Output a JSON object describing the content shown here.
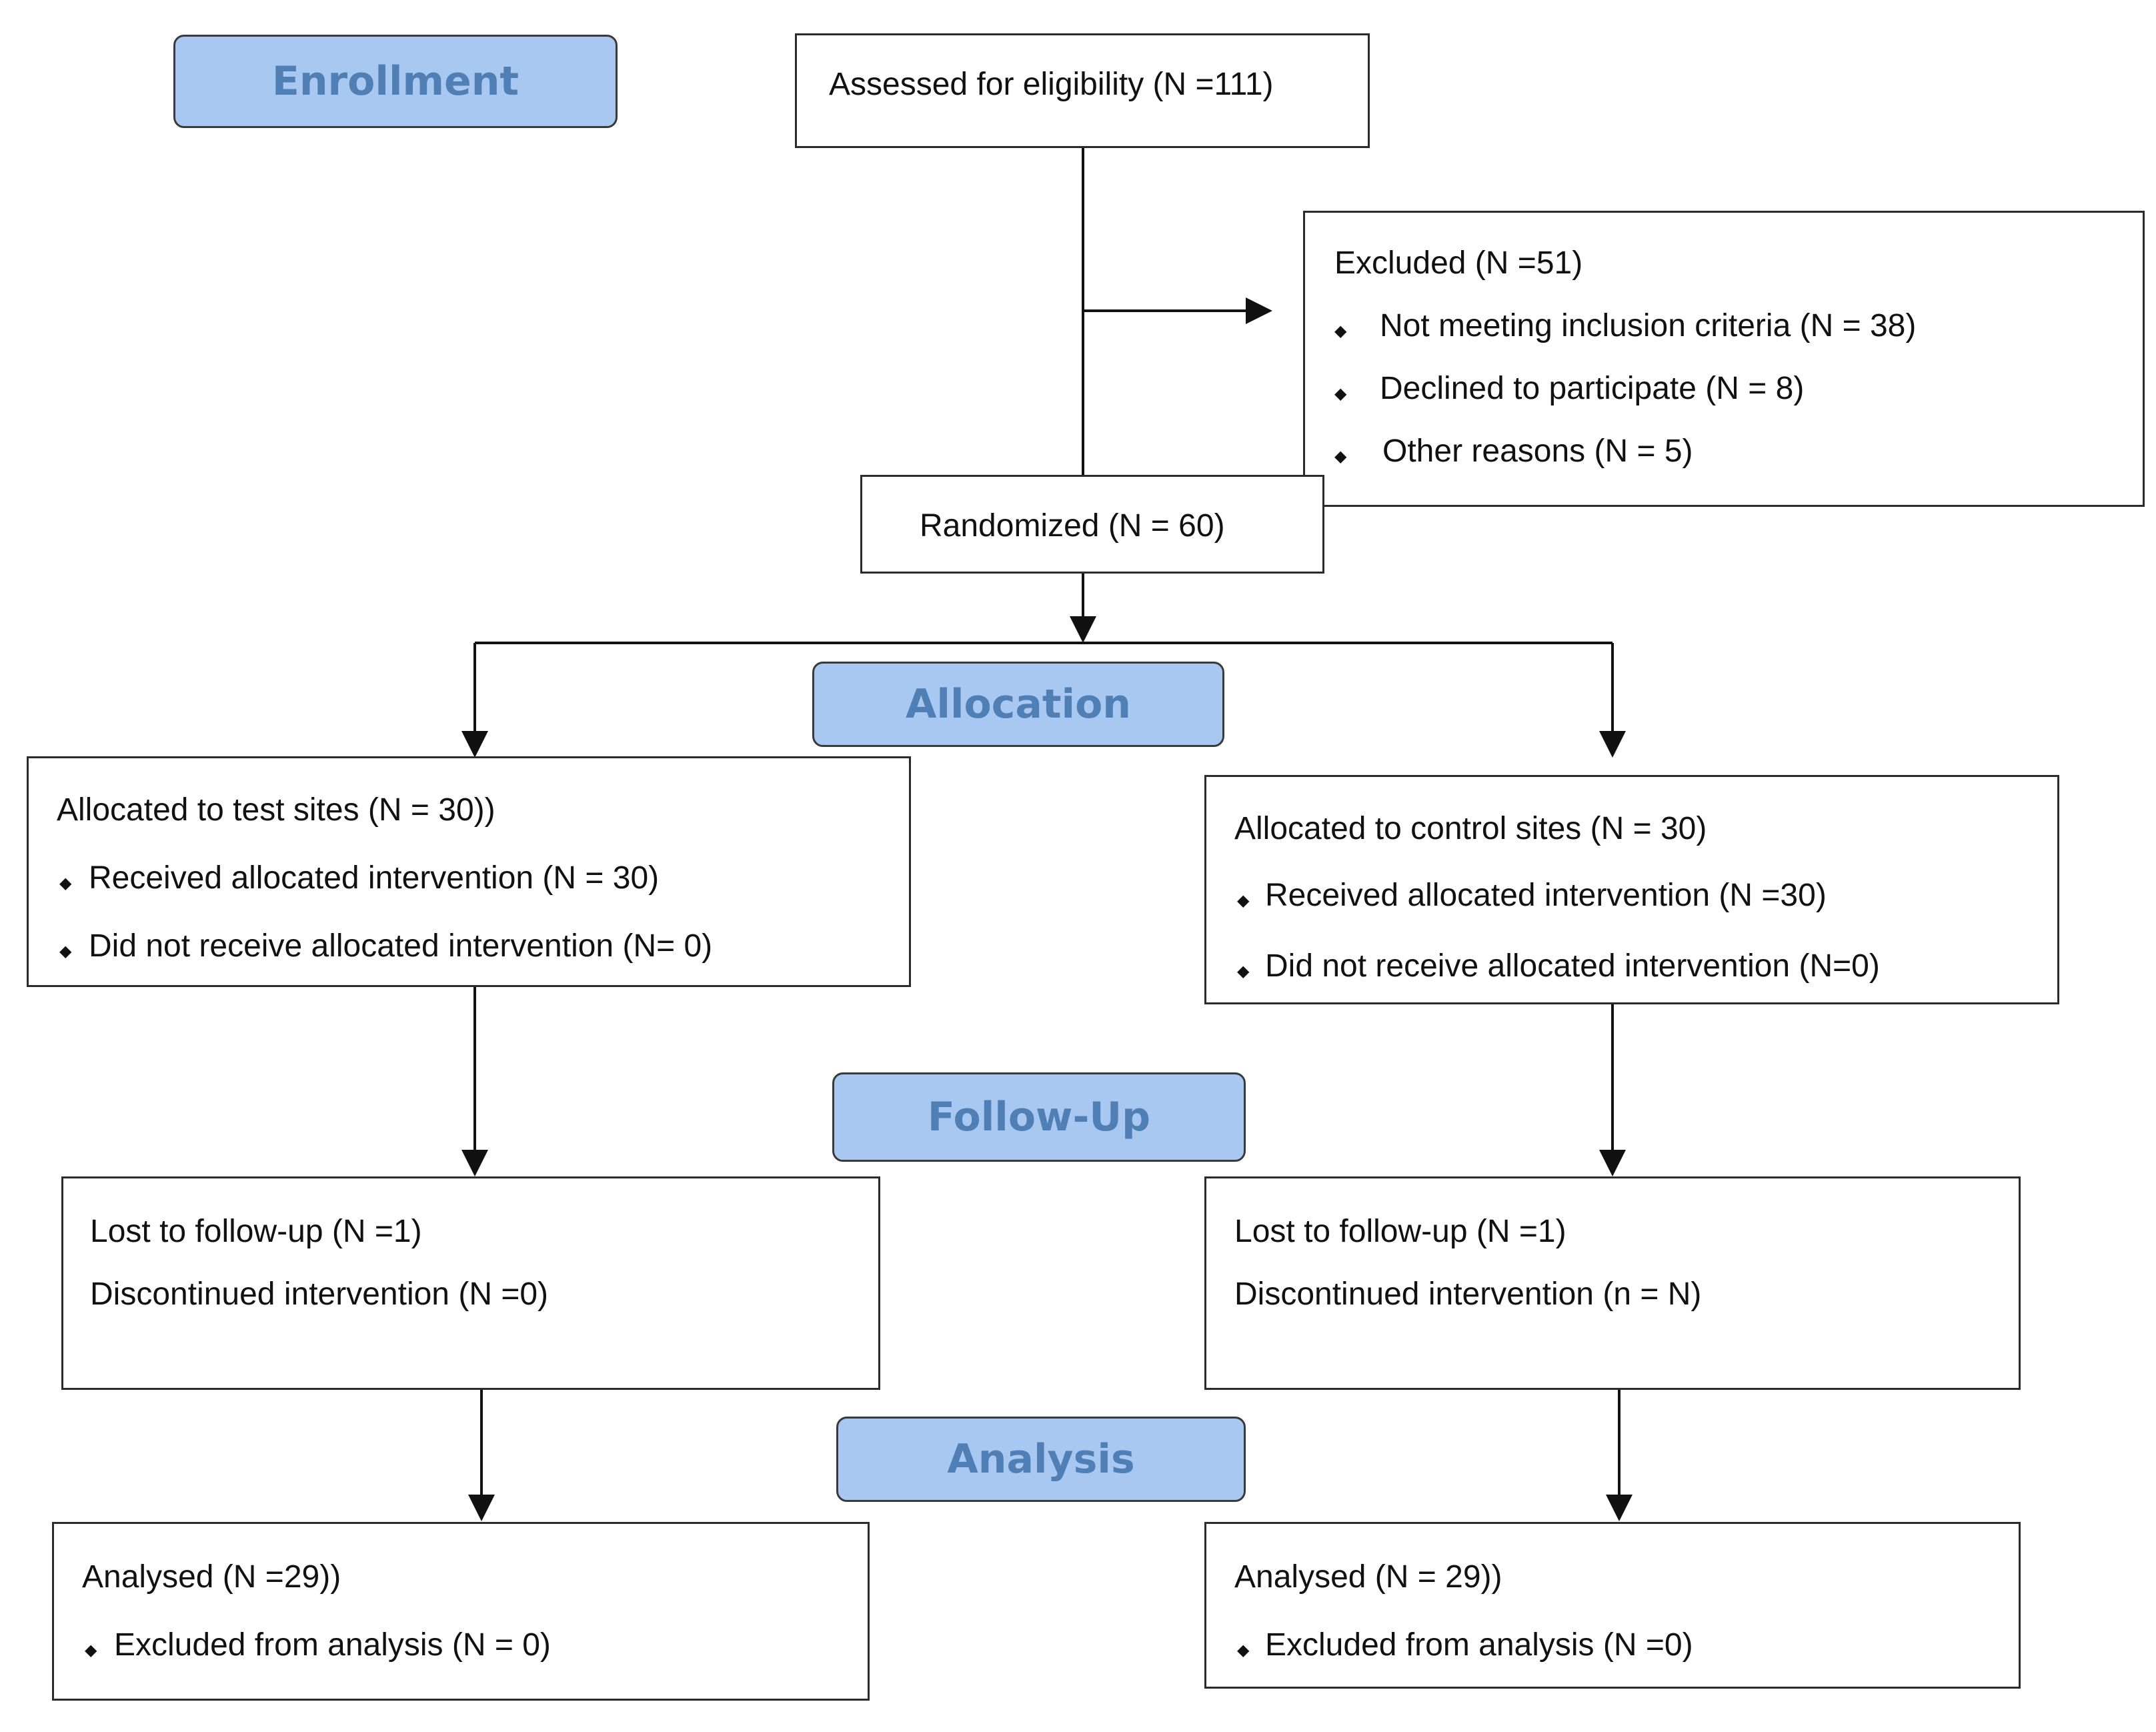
{
  "stages": {
    "enrollment": "Enrollment",
    "allocation": "Allocation",
    "follow_up": "Follow-Up",
    "analysis": "Analysis"
  },
  "assessed": "Assessed for eligibility (N =111)",
  "excluded": {
    "title": "Excluded  (N =51)",
    "reasons": [
      "Not meeting inclusion criteria (N = 38)",
      "Declined to participate (N = 8)",
      "Other reasons (N = 5)"
    ]
  },
  "randomized": "Randomized (N = 60)",
  "test_arm": {
    "allocated": "Allocated to test sites (N = 30))",
    "received": "Received allocated intervention (N = 30)",
    "not_received": "Did not receive allocated intervention (N= 0)",
    "lost": "Lost to follow-up (N =1)",
    "discontinued": "Discontinued intervention (N =0)",
    "analysed": "Analysed  (N =29))",
    "excluded_analysis": "Excluded from analysis (N = 0)"
  },
  "control_arm": {
    "allocated": "Allocated to control sites (N = 30)",
    "received": "Received allocated intervention (N =30)",
    "not_received": "Did not receive allocated intervention (N=0)",
    "lost": "Lost to follow-up (N =1)",
    "discontinued": "Discontinued intervention (n = N)",
    "analysed": "Analysed  (N = 29))",
    "excluded_analysis": "Excluded from analysis (N =0)"
  },
  "bullet_glyph": "◆",
  "colors": {
    "stage_fill": "#a8c8f2",
    "stage_text": "#4f7fb4",
    "line": "#111111"
  }
}
